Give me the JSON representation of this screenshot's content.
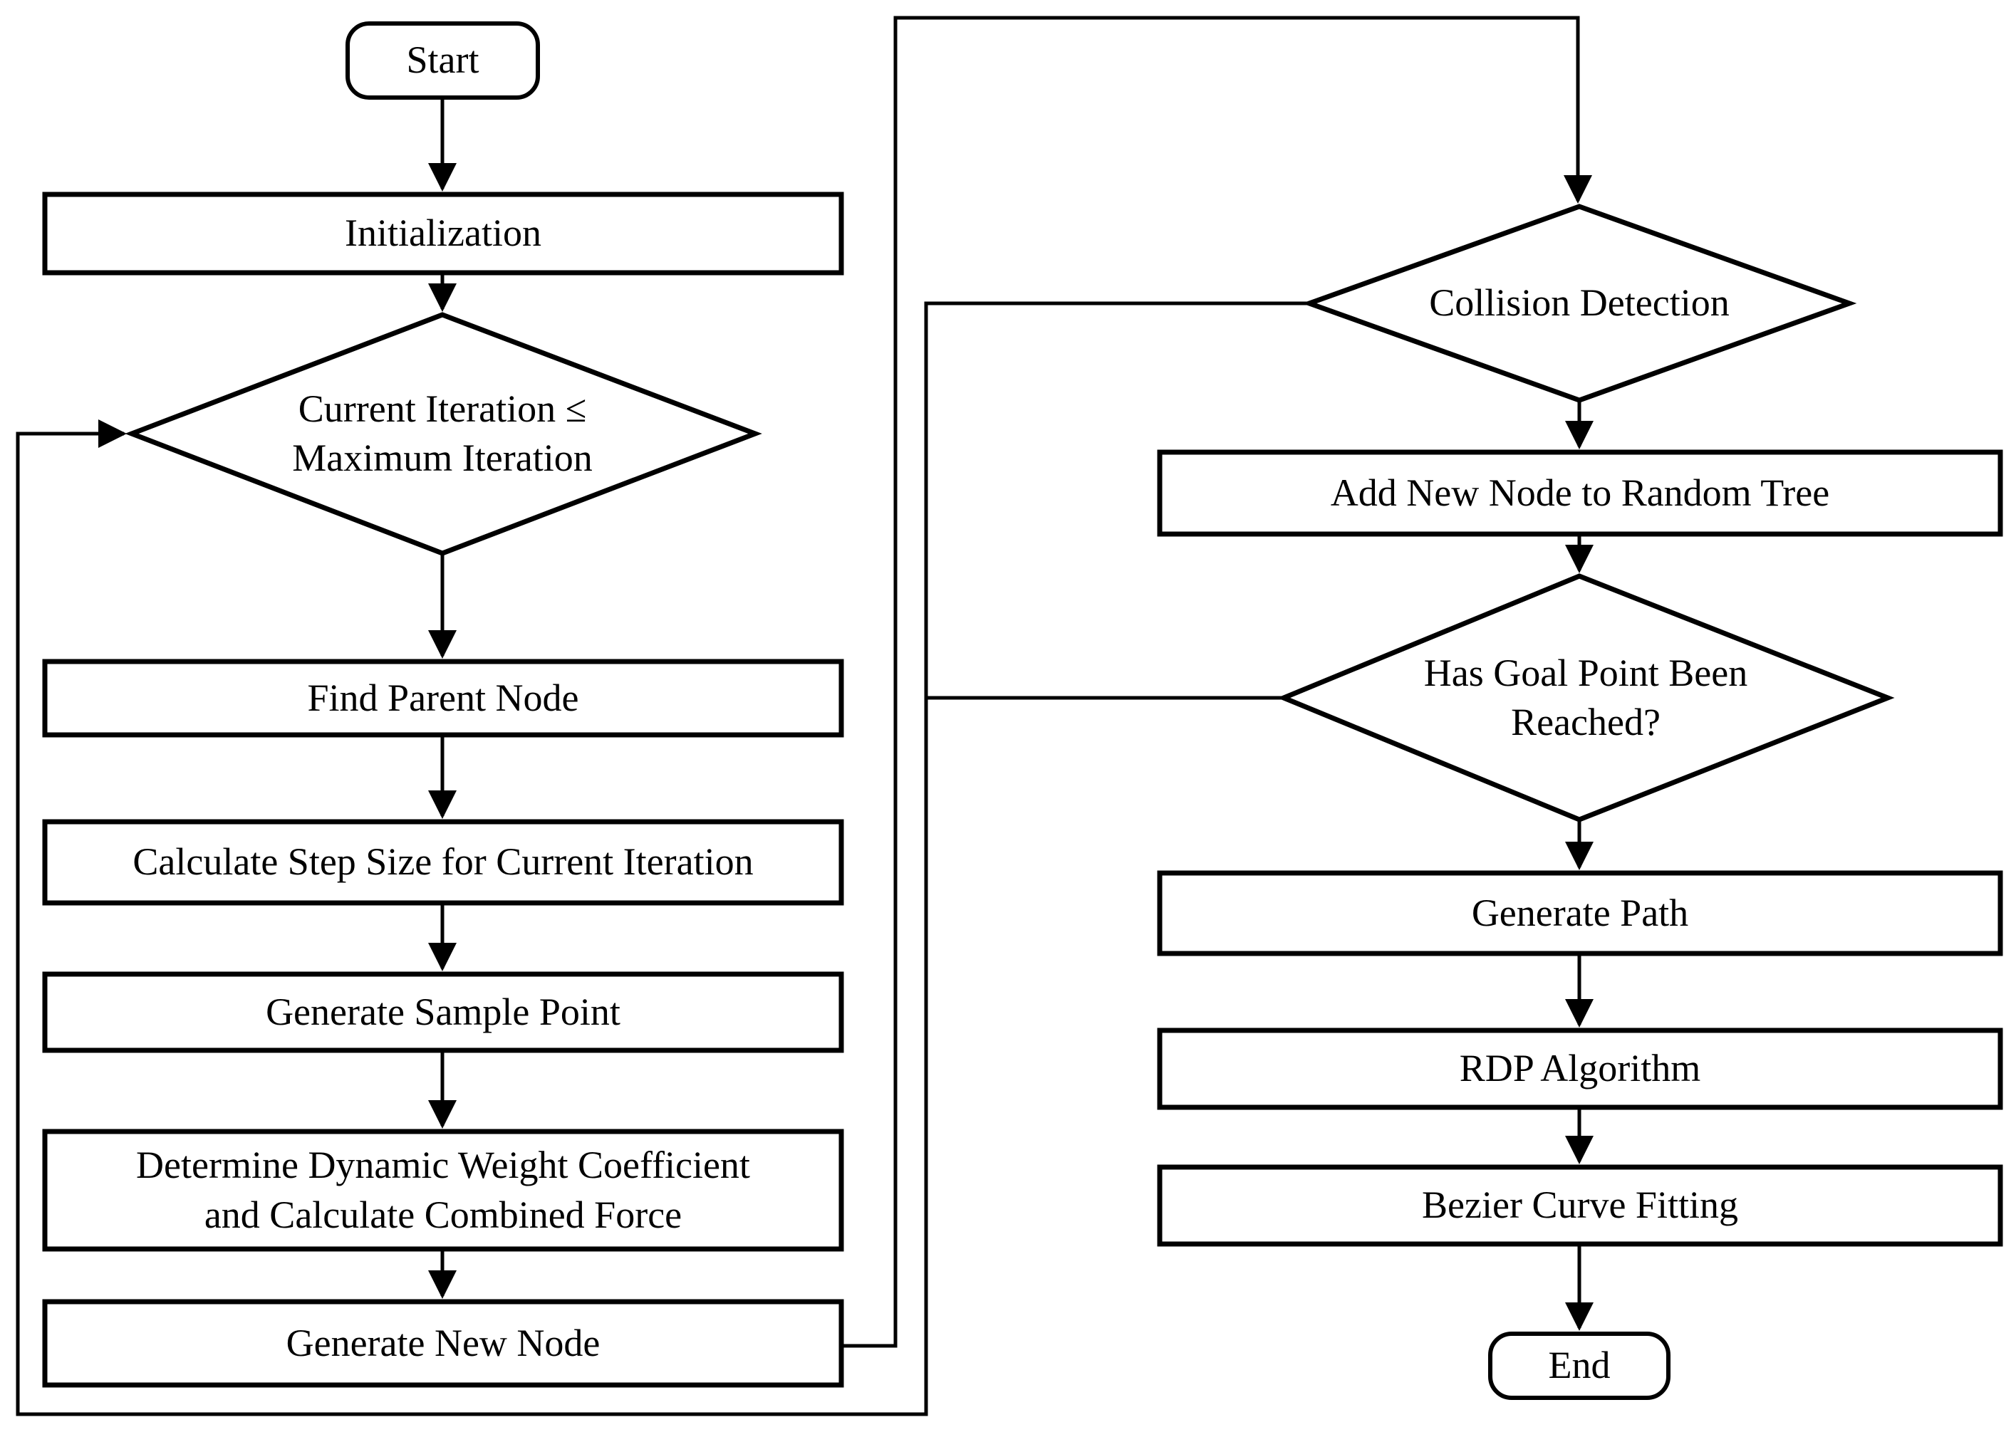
{
  "diagram": {
    "type": "flowchart",
    "background_color": "#ffffff",
    "line_color": "#000000",
    "shape_fill": "#ffffff",
    "nodes": {
      "start": {
        "shape": "terminator",
        "label": "Start"
      },
      "initialization": {
        "shape": "process",
        "label": "Initialization"
      },
      "iteration_check": {
        "shape": "decision",
        "label": "Current Iteration ≤\nMaximum Iteration"
      },
      "find_parent_node": {
        "shape": "process",
        "label": "Find Parent Node"
      },
      "calculate_step_size": {
        "shape": "process",
        "label": "Calculate Step Size for Current Iteration"
      },
      "generate_sample_point": {
        "shape": "process",
        "label": "Generate Sample Point"
      },
      "determine_weight": {
        "shape": "process",
        "label": "Determine Dynamic Weight Coefficient\nand Calculate Combined Force"
      },
      "generate_new_node": {
        "shape": "process",
        "label": "Generate New Node"
      },
      "collision_detection": {
        "shape": "decision",
        "label": "Collision Detection"
      },
      "add_new_node": {
        "shape": "process",
        "label": "Add New Node to Random Tree"
      },
      "goal_reached": {
        "shape": "decision",
        "label": "Has Goal Point Been\nReached?"
      },
      "generate_path": {
        "shape": "process",
        "label": "Generate Path"
      },
      "rdp_algorithm": {
        "shape": "process",
        "label": "RDP Algorithm"
      },
      "bezier_curve_fitting": {
        "shape": "process",
        "label": "Bezier Curve Fitting"
      },
      "end": {
        "shape": "terminator",
        "label": "End"
      }
    },
    "edges": [
      "start -> initialization",
      "initialization -> iteration_check",
      "iteration_check -> find_parent_node",
      "find_parent_node -> calculate_step_size",
      "calculate_step_size -> generate_sample_point",
      "generate_sample_point -> determine_weight",
      "determine_weight -> generate_new_node",
      "generate_new_node -> collision_detection",
      "collision_detection -> add_new_node",
      "collision_detection -> iteration_check",
      "add_new_node -> goal_reached",
      "goal_reached -> generate_path",
      "goal_reached -> iteration_check",
      "generate_path -> rdp_algorithm",
      "rdp_algorithm -> bezier_curve_fitting",
      "bezier_curve_fitting -> end"
    ]
  }
}
